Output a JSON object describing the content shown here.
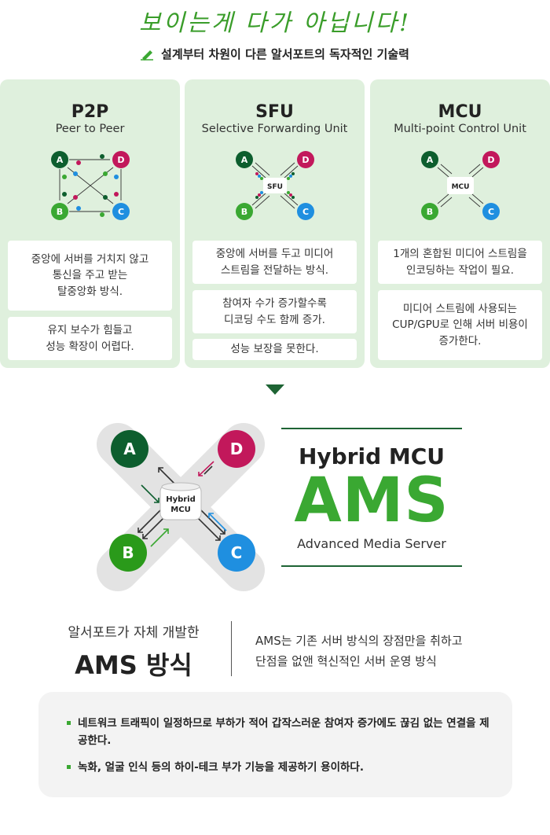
{
  "header": {
    "hand_title": "보이는게 다가 아닙니다!",
    "subtitle": "설계부터 차원이 다른 알서포트의 독자적인 기술력"
  },
  "columns": [
    {
      "name": "P2P",
      "full": "Peer to Peer",
      "cards": [
        "중앙에 서버를 거치지 않고\n통신을 주고 받는\n탈중앙화 방식.",
        "유지 보수가 힘들고\n성능 확장이 어렵다."
      ]
    },
    {
      "name": "SFU",
      "full": "Selective Forwarding Unit",
      "center_label": "SFU",
      "cards": [
        "중앙에 서버를 두고 미디어\n스트림을 전달하는 방식.",
        "참여자 수가 증가할수록\n디코딩 수도 함께 증가.",
        "성능 보장을 못한다."
      ]
    },
    {
      "name": "MCU",
      "full": "Multi-point Control Unit",
      "center_label": "MCU",
      "cards": [
        "1개의 혼합된 미디어 스트림을\n인코딩하는 작업이 필요.",
        "미디어 스트림에 사용되는\nCUP/GPU로 인해 서버 비용이\n증가한다."
      ]
    }
  ],
  "nodes": {
    "a": "A",
    "b": "B",
    "c": "C",
    "d": "D"
  },
  "hybrid": {
    "line1": "Hybrid",
    "line2": "MCU"
  },
  "brand": {
    "title": "Hybrid MCU",
    "logo": "AMS",
    "full": "Advanced Media Server"
  },
  "ams": {
    "line1": "알서포트가 자체 개발한",
    "line2": "AMS 방식",
    "desc": "AMS는 기존 서버 방식의 장점만을 취하고\n단점을 없앤 혁신적인 서버 운영 방식"
  },
  "bullets": [
    "네트워크 트래픽이 일정하므로 부하가 적어 갑작스러운 참여자 증가에도 끊김 없는 연결을 제공한다.",
    "녹화, 얼굴 인식 등의 하이-테크 부가 기능을 제공하기 용이하다."
  ],
  "colors": {
    "a": "#0d5e2e",
    "b": "#3aa832",
    "c": "#1f8fe0",
    "d": "#c2185b",
    "brand": "#3aa832",
    "panel": "#dff0dd"
  }
}
